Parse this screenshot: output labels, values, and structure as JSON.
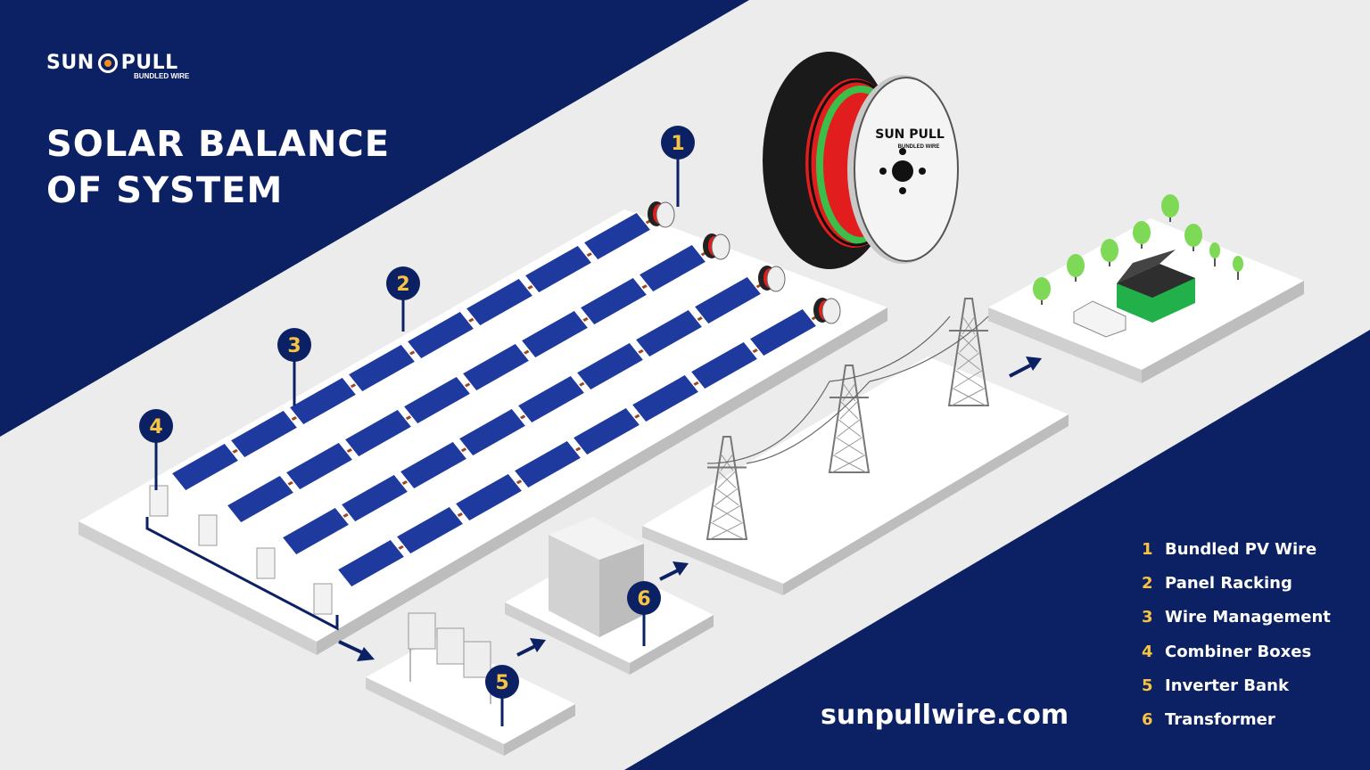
{
  "logo": {
    "brand_left": "SUN",
    "brand_right": "PULL",
    "tagline": "BUNDLED WIRE"
  },
  "title": {
    "line1": "SOLAR BALANCE",
    "line2": "OF SYSTEM"
  },
  "spool_label": {
    "brand": "SUN PULL",
    "tagline": "BUNDLED WIRE"
  },
  "markers": [
    "1",
    "2",
    "3",
    "4",
    "5",
    "6"
  ],
  "legend": [
    {
      "num": "1",
      "label": "Bundled PV Wire"
    },
    {
      "num": "2",
      "label": "Panel Racking"
    },
    {
      "num": "3",
      "label": "Wire Management"
    },
    {
      "num": "4",
      "label": "Combiner Boxes"
    },
    {
      "num": "5",
      "label": "Inverter Bank"
    },
    {
      "num": "6",
      "label": "Transformer"
    }
  ],
  "website": "sunpullwire.com",
  "colors": {
    "navy": "#0c2163",
    "accent": "#f6c343",
    "panel": "#1f3a9e",
    "light_band": "#ececec",
    "house": "#22b04b",
    "wire_red": "#e11d1d",
    "wire_green": "#3cbf4a"
  }
}
